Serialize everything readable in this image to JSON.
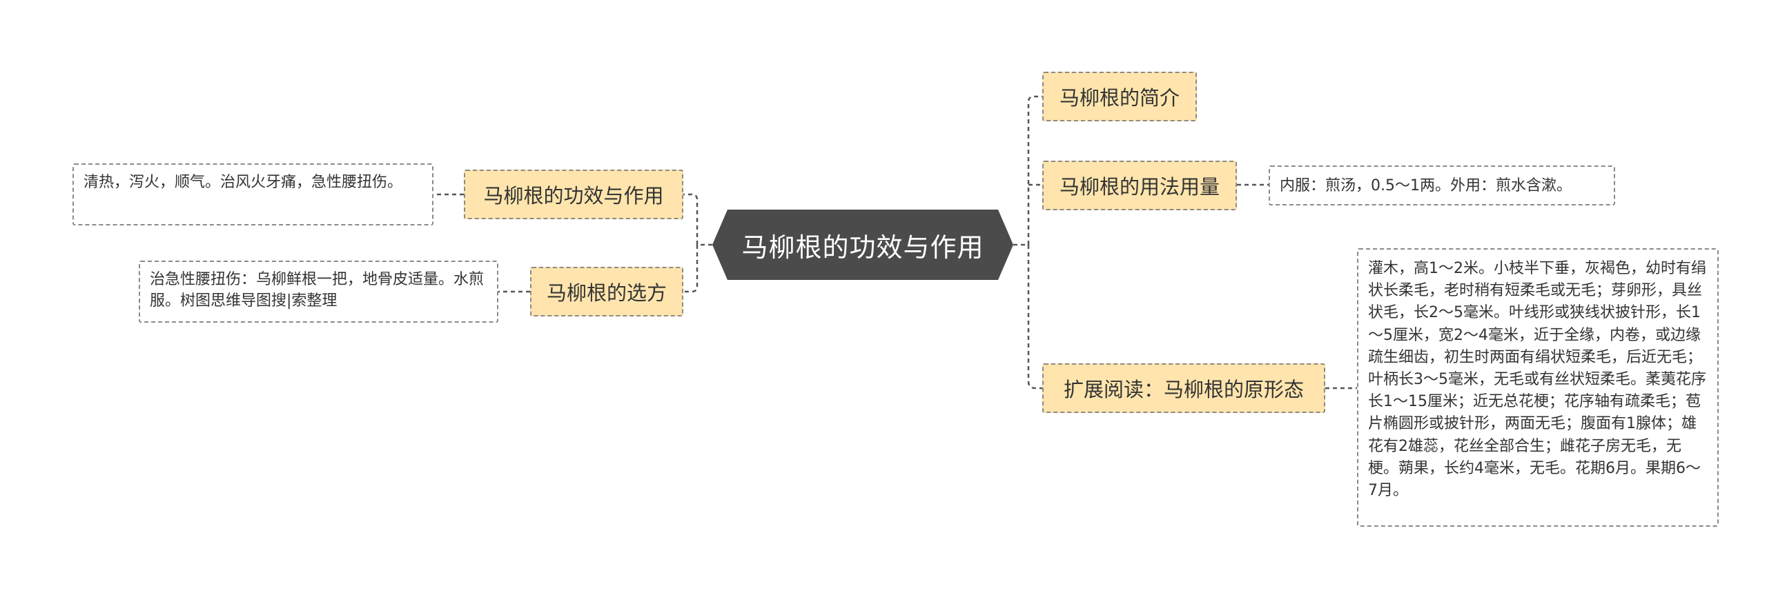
{
  "root": {
    "label": "马柳根的功效与作用"
  },
  "left_topics": [
    {
      "label": "马柳根的功效与作用",
      "detail": "清热，泻火，顺气。治风火牙痛，急性腰扭伤。"
    },
    {
      "label": "马柳根的选方",
      "detail": "治急性腰扭伤：乌柳鲜根一把，地骨皮适量。水煎服。树图思维导图搜|索整理"
    }
  ],
  "right_topics": [
    {
      "label": "马柳根的简介"
    },
    {
      "label": "马柳根的用法用量",
      "detail": "内服：煎汤，0.5～1两。外用：煎水含漱。"
    },
    {
      "label": "扩展阅读：马柳根的原形态",
      "detail": "灌木，高1～2米。小枝半下垂，灰褐色，幼时有绢状长柔毛，老时稍有短柔毛或无毛；芽卵形，具丝状毛，长2～5毫米。叶线形或狭线状披针形，长1～5厘米，宽2～4毫米，近于全缘，内卷，或边缘疏生细齿，初生时两面有绢状短柔毛，后近无毛；叶柄长3～5毫米，无毛或有丝状短柔毛。葇荑花序长1～15厘米；近无总花梗；花序轴有疏柔毛；苞片椭圆形或披针形，两面无毛；腹面有1腺体；雄花有2雄蕊，花丝全部合生；雌花子房无毛，无梗。蒴果，长约4毫米，无毛。花期6月。果期6～7月。"
    }
  ],
  "colors": {
    "root_bg": "#4b4b4b",
    "topic_bg": "#ffe5ad",
    "border": "#8a8a8a",
    "line": "#555555"
  }
}
